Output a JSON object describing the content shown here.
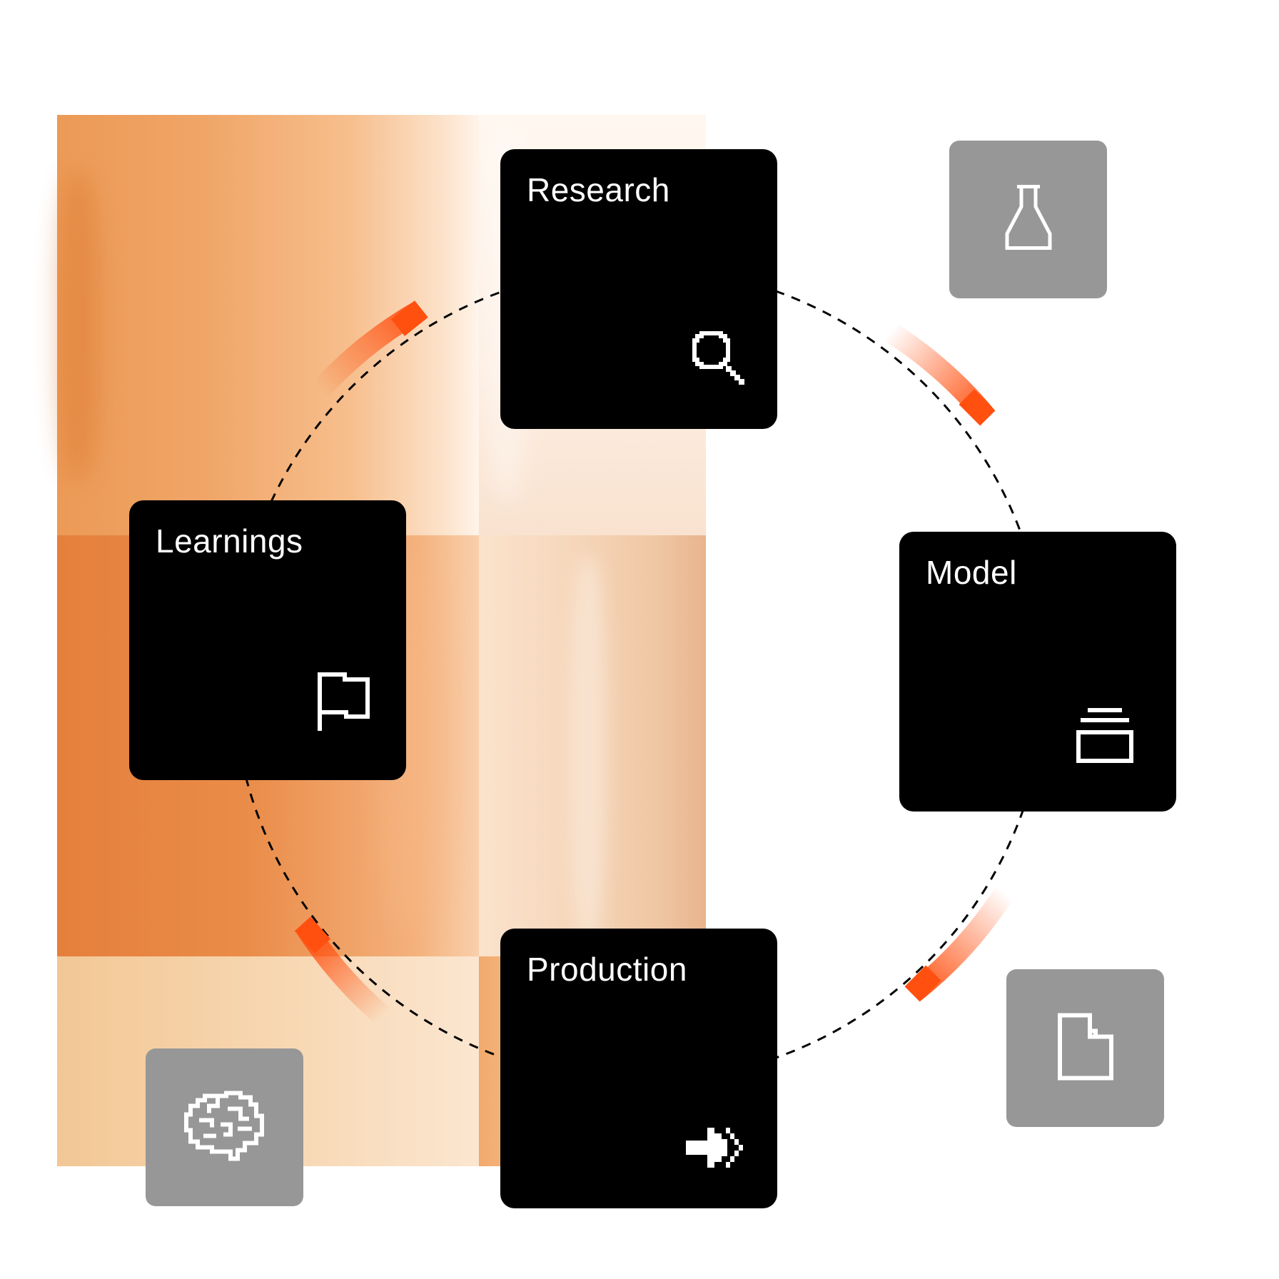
{
  "stages": [
    {
      "key": "research",
      "label": "Research",
      "icon": "magnifier-icon"
    },
    {
      "key": "model",
      "label": "Model",
      "icon": "stacked-layers-icon"
    },
    {
      "key": "production",
      "label": "Production",
      "icon": "arrow-right-icon"
    },
    {
      "key": "learnings",
      "label": "Learnings",
      "icon": "flag-icon"
    }
  ],
  "badges": [
    {
      "key": "experiment",
      "icon": "flask-icon"
    },
    {
      "key": "document",
      "icon": "document-icon"
    },
    {
      "key": "insight",
      "icon": "brain-icon"
    }
  ],
  "colors": {
    "card": "#000000",
    "card_text": "#ffffff",
    "badge": "#979797",
    "accent": "#ff5010",
    "loop_line": "#000000"
  }
}
